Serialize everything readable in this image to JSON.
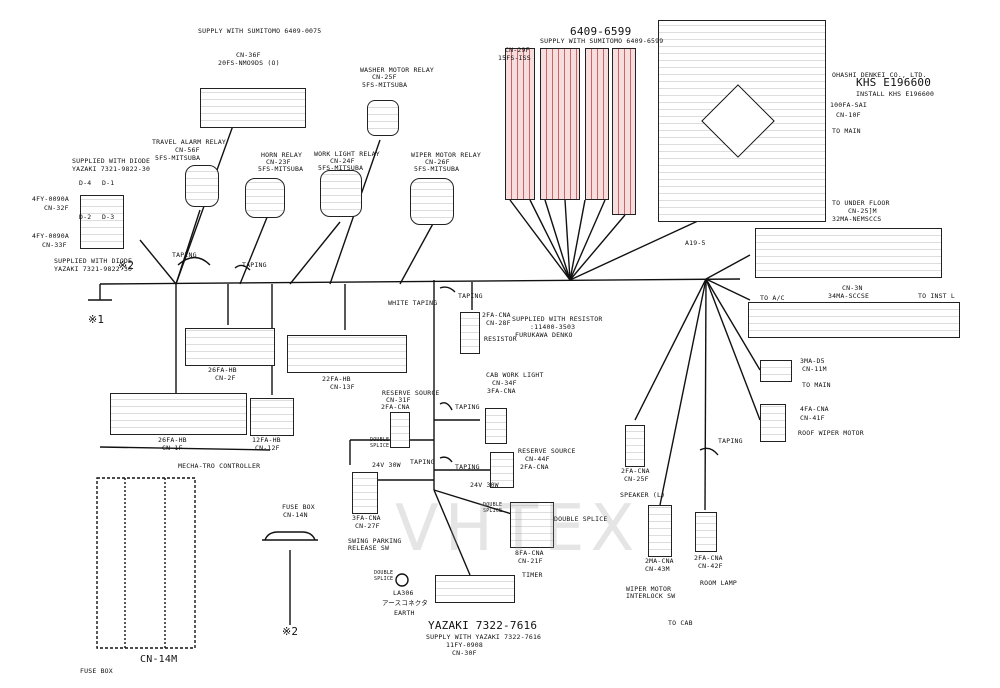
{
  "connectors": {
    "cn36f": {
      "supply": "SUPPLY WITH SUMITOMO 6409-0075",
      "id": "CN-36F",
      "part": "20FS-NMO9DS (O)"
    },
    "travel_alarm": {
      "title": "TRAVEL ALARM RELAY",
      "id": "CN-56F",
      "part": "5FS-MITSUBA"
    },
    "horn": {
      "title": "HORN RELAY",
      "id": "CN-23F",
      "part": "5FS-MITSUBA"
    },
    "work_light": {
      "title": "WORK LIGHT RELAY",
      "id": "CN-24F",
      "part": "5FS-MITSUBA"
    },
    "washer": {
      "title": "WASHER MOTOR RELAY",
      "id": "CN-25F",
      "part": "5FS-MITSUBA"
    },
    "wiper": {
      "title": "WIPER MOTOR RELAY",
      "id": "CN-26F",
      "part": "5FS-MITSUBA"
    },
    "cn29f": {
      "id": "CN-29F",
      "part": "15FS-ISS",
      "code": "6409-6599",
      "supply": "SUPPLY WITH SUMITOMO 6409-6599"
    },
    "cn10f": {
      "maker": "OHASHI DENKEI CO., LTD.",
      "part": "KHS E196600",
      "install": "INSTALL KHS E196600",
      "pins": "100FA-SAI",
      "id": "CN-10F",
      "to": "TO MAIN"
    },
    "diode_upper": {
      "supply": "SUPPLIED WITH DIODE",
      "maker": "YAZAKI 7321-9822-30",
      "part": "4FY-0090A",
      "id": "CN-32F"
    },
    "diode_lower": {
      "part": "4FY-0090A",
      "id": "CN-33F",
      "supply": "SUPPLIED WITH DIODE",
      "maker": "YAZAKI 7321-9822-30"
    },
    "cn2f": {
      "part": "26FA-HB",
      "id": "CN-2F"
    },
    "cn13f": {
      "part": "22FA-HB",
      "id": "CN-13F"
    },
    "cn1f": {
      "part": "26FA-HB",
      "id": "CN-1F"
    },
    "cn12f": {
      "part": "12FA-HB",
      "id": "CN-12F"
    },
    "mecha_tro": "MECHA-TRO CONTROLLER",
    "cn28f": {
      "part": "2FA-CNA",
      "id": "CN-28F",
      "resistor": "SUPPLIED WITH RESISTOR",
      "res_part": ":11400-3503",
      "maker": "FURUKAWA DENKO",
      "name": "RESISTOR"
    },
    "under_floor": {
      "title": "TO UNDER FLOOR",
      "id": "CN-25]M",
      "part": "32MA-NEMSCCS"
    },
    "cn3n": {
      "id": "CN-3N",
      "part": "34MA-SCCSE",
      "to_ac": "TO A/C",
      "to_inst": "TO INST L"
    },
    "cn11m": {
      "part": "3MA-D5",
      "id": "CN-11M",
      "to": "TO MAIN"
    },
    "cn41f": {
      "part": "4FA-CNA",
      "id": "CN-41F",
      "name": "ROOF WIPER MOTOR"
    },
    "cn34f": {
      "title": "CAB WORK LIGHT",
      "id": "CN-34F",
      "part": "3FA-CNA"
    },
    "cn31f": {
      "title": "RESERVE SOURCE",
      "id": "CN-31F",
      "part": "2FA-CNA"
    },
    "cn44f": {
      "title": "RESERVE SOURCE",
      "id": "CN-44F",
      "part": "2FA-CNA"
    },
    "cn27f": {
      "part": "3FA-CNA",
      "id": "CN-27F",
      "name": "SWING PARKING RELEASE SW"
    },
    "cn21f": {
      "part": "8FA-CNA",
      "id": "CN-21F",
      "name": "TIMER"
    },
    "cn25f": {
      "part": "2FA-CNA",
      "id": "CN-25F",
      "name": "SPEAKER (L)"
    },
    "cn43m": {
      "part": "2MA-CNA",
      "id": "CN-43M"
    },
    "cn42f": {
      "part": "2FA-CNA",
      "id": "CN-42F",
      "name": "ROOM LAMP"
    },
    "interlock": "WIPER MOTOR INTERLOCK SW",
    "to_cab": "TO CAB",
    "cn30f": {
      "yazaki": "YAZAKI 7322-7616",
      "supply": "SUPPLY WITH YAZAKI 7322-7616",
      "part": "11FY-0908",
      "id": "CN-30F"
    },
    "earth": {
      "part": "LA306",
      "kana": "アースコネクタ",
      "label": "EARTH"
    },
    "fuse_14n": {
      "title": "FUSE BOX",
      "id": "CN-14N",
      "mark": "※2"
    },
    "fuse_14m": {
      "id": "CN-14M",
      "title": "FUSE BOX"
    }
  },
  "annotations": {
    "taping1": "TAPING",
    "taping2": "TAPING",
    "taping3": "TAPING",
    "taping4": "TAPING",
    "taping5": "TAPING",
    "taping6": "TAPING",
    "taping7": "TAPING",
    "white_taping": "WHITE TAPING",
    "a19": "A19-5",
    "mark1": "※1",
    "mark2": "※2",
    "double_splice": "DOUBLE SPLICE",
    "ds_small1": "DOUBLE SPLICE",
    "ds_small2": "DOUBLE SPLICE",
    "ds_small3": "DOUBLE SPLICE",
    "w24": "24V 30W",
    "w24b": "24V 30W",
    "d1": "D-1",
    "d2": "D-2",
    "d3": "D-3",
    "d4": "D-4"
  },
  "watermark": "VHTEX"
}
